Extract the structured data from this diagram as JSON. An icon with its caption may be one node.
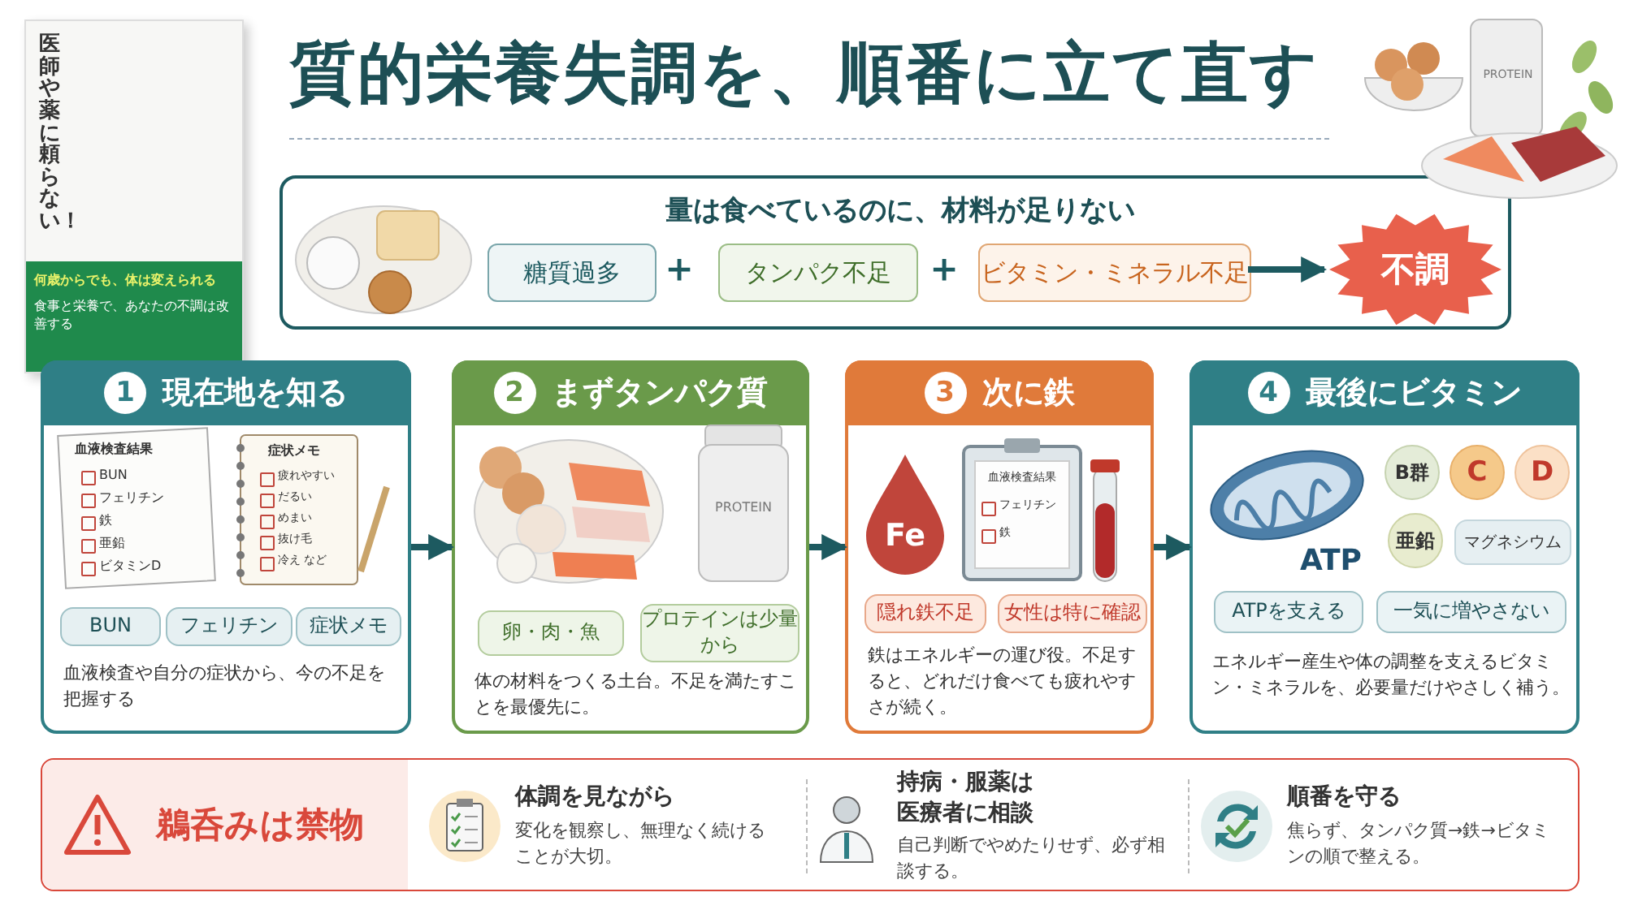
{
  "diagram": {
    "title": "質的栄養失調を、順番に立て直す",
    "nodes": [
      {
        "text": [
          "医師や薬に頼らない！",
          "何歳からでも、体は変えられる",
          "食事と栄養で、あなたの不調は改善する"
        ]
      },
      {
        "text": [
          "量は食べているのに、材料が足りない"
        ]
      },
      {
        "text": [
          "糖質過多"
        ],
        "in": 1
      },
      {
        "text": [
          "タンパク不足"
        ],
        "in": 1
      },
      {
        "text": [
          "ビタミン・ミネラル不足"
        ],
        "in": 1
      },
      {
        "text": [
          "不調"
        ],
        "in": 1
      },
      {
        "text": [
          "1",
          "現在地を知る",
          "血液検査や自分の症状から、今の不足を把握する"
        ]
      },
      {
        "text": [
          "BUN"
        ],
        "in": 6
      },
      {
        "text": [
          "フェリチン"
        ],
        "in": 6
      },
      {
        "text": [
          "症状メモ"
        ],
        "in": 6
      },
      {
        "text": [
          "2",
          "まずタンパク質",
          "体の材料をつくる土台。不足を満たすことを最優先に。"
        ]
      },
      {
        "text": [
          "卵・肉・魚"
        ],
        "in": 10
      },
      {
        "text": [
          "プロテインは少量から"
        ],
        "in": 10
      },
      {
        "text": [
          "3",
          "次に鉄",
          "鉄はエネルギーの運び役。不足すると、どれだけ食べても疲れやすさが続く。"
        ]
      },
      {
        "text": [
          "隠れ鉄不足"
        ],
        "in": 13
      },
      {
        "text": [
          "女性は特に確認"
        ],
        "in": 13
      },
      {
        "text": [
          "4",
          "最後にビタミン",
          "エネルギー産生や体の調整を支えるビタミン・ミネラルを、必要量だけやさしく補う。"
        ]
      },
      {
        "text": [
          "B群"
        ],
        "in": 16
      },
      {
        "text": [
          "C"
        ],
        "in": 16
      },
      {
        "text": [
          "D"
        ],
        "in": 16
      },
      {
        "text": [
          "亜鉛"
        ],
        "in": 16
      },
      {
        "text": [
          "マグネシウム"
        ],
        "in": 16
      },
      {
        "text": [
          "ATPを支える"
        ],
        "in": 16
      },
      {
        "text": [
          "一気に増やさない"
        ],
        "in": 16
      },
      {
        "text": [
          "鵜呑みは禁物"
        ]
      },
      {
        "text": [
          "体調を見ながら",
          "変化を観察し、無理なく続けることが大切。"
        ],
        "in": 24
      },
      {
        "text": [
          "持病・服薬は医療者に相談",
          "自己判断でやめたりせず、必ず相談する。"
        ],
        "in": 24
      },
      {
        "text": [
          "順番を守る",
          "焦らず、タンパク質→鉄→ビタミンの順で整える。"
        ],
        "in": 24
      }
    ],
    "edges": [
      {
        "from": 4,
        "to": 5,
        "arrow": "to"
      },
      {
        "from": 6,
        "to": 10,
        "arrow": "to"
      },
      {
        "from": 10,
        "to": 13,
        "arrow": "to"
      },
      {
        "from": 13,
        "to": 16,
        "arrow": "to"
      }
    ],
    "labels": [
      "PROTEIN",
      "＋",
      "＋",
      "血液検査結果",
      "BUN",
      "フェリチン",
      "鉄",
      "亜鉛",
      "ビタミンD",
      "症状メモ",
      "疲れやすい",
      "だるい",
      "めまい",
      "抜け毛",
      "冷え など",
      "PROTEIN",
      "Fe",
      "血液検査結果",
      "フェリチン",
      "鉄",
      "ATP"
    ]
  }
}
